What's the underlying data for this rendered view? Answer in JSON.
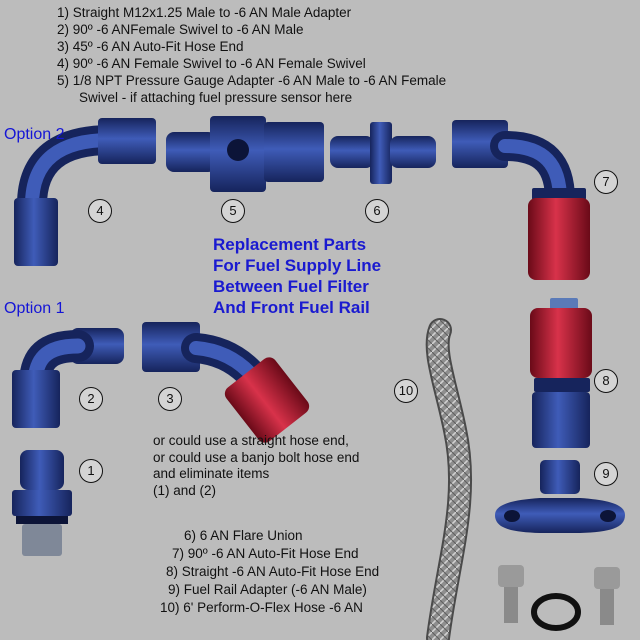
{
  "parts_list_top": [
    "1) Straight M12x1.25 Male to -6 AN Male Adapter",
    "2) 90º -6 ANFemale Swivel to -6 AN Male",
    "3) 45º -6 AN Auto-Fit Hose End",
    "4) 90º -6 AN Female Swivel to -6 AN Female Swivel",
    "5) 1/8 NPT Pressure Gauge Adapter -6 AN Male to -6 AN Female",
    "Swivel - if attaching fuel pressure sensor here"
  ],
  "parts_list_bottom": [
    "6) 6 AN Flare Union",
    "7) 90º -6 AN Auto-Fit Hose End",
    "8) Straight -6 AN Auto-Fit Hose End",
    "9) Fuel Rail Adapter (-6 AN Male)",
    "10) 6' Perform-O-Flex Hose -6 AN"
  ],
  "option_2_label": "Option 2",
  "option_1_label": "Option 1",
  "headline": [
    "Replacement Parts",
    "For Fuel Supply Line",
    "Between Fuel Filter",
    "And Front Fuel Rail"
  ],
  "note": [
    "or could use a straight hose end,",
    "or could use a banjo bolt hose end",
    "and eliminate items",
    "(1) and (2)"
  ],
  "number_markers": [
    "1",
    "2",
    "3",
    "4",
    "5",
    "6",
    "7",
    "8",
    "9",
    "10"
  ],
  "colors": {
    "background": "#bcbcbc",
    "anodized_blue": "#2a3f8e",
    "anodized_red": "#b01a2e",
    "braided_steel": "#9a9a9a",
    "title_blue": "#1a1ad0"
  }
}
